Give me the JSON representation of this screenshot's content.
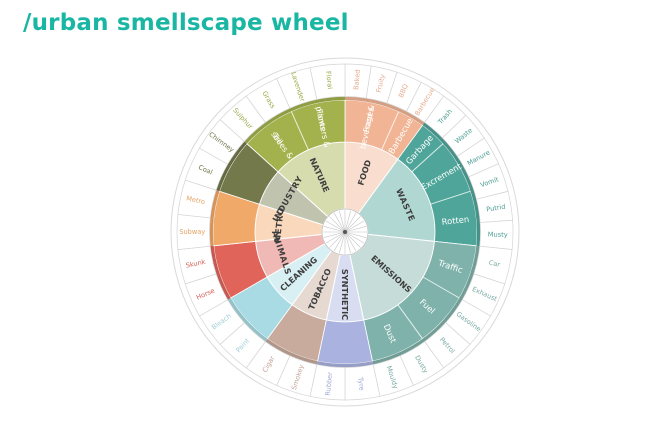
{
  "title": "/urban smellscape wheel",
  "colors": {
    "title": "#19b6a4",
    "nature": "#a3b24c",
    "food": "#f1b595",
    "waste": "#4fa59a",
    "emissions": "#7fb2ab",
    "synthetic": "#aab3e0",
    "tobacco": "#c8ab9c",
    "cleaning": "#a9dbe4",
    "animals": "#e0645a",
    "metro": "#f1a96a",
    "industry": "#74794c",
    "spoke": "#c4c4c4"
  },
  "categories": [
    {
      "key": "food",
      "label": "FOOD",
      "weight": 3,
      "subs": [
        {
          "label": "Food & beverages",
          "weight": 2
        },
        {
          "label": "Barbecue",
          "weight": 1
        }
      ],
      "outer": [
        "Baked",
        "Fruity",
        "BBQ",
        "Barbecue"
      ]
    },
    {
      "key": "waste",
      "label": "WASTE",
      "weight": 5,
      "subs": [
        {
          "label": "Garbage",
          "weight": 1
        },
        {
          "label": "Excrement",
          "weight": 2
        },
        {
          "label": "Rotten",
          "weight": 2
        }
      ],
      "outer": [
        "Trash",
        "Waste",
        "Manure",
        "Vomit",
        "Putrid",
        "Musty"
      ]
    },
    {
      "key": "emissions",
      "label": "EMISSIONS",
      "weight": 6,
      "subs": [
        {
          "label": "Traffic",
          "weight": 2
        },
        {
          "label": "Fuel",
          "weight": 2
        },
        {
          "label": "Dust",
          "weight": 2
        }
      ],
      "outer": [
        "Car",
        "Exhaust",
        "Gasoline",
        "Petrol",
        "Dusty",
        "Mouldy"
      ]
    },
    {
      "key": "synthetic",
      "label": "SYNTHETIC",
      "weight": 2,
      "subs": [],
      "outer": [
        "Tyre",
        "Rubber"
      ]
    },
    {
      "key": "tobacco",
      "label": "TOBACCO",
      "weight": 2,
      "subs": [],
      "outer": [
        "Smokey",
        "Cigar"
      ]
    },
    {
      "key": "cleaning",
      "label": "CLEANING",
      "weight": 2,
      "subs": [],
      "outer": [
        "Paint",
        "Bleach"
      ]
    },
    {
      "key": "animals",
      "label": "ANIMALS",
      "weight": 2,
      "subs": [],
      "outer": [
        "Horse",
        "Skunk"
      ]
    },
    {
      "key": "metro",
      "label": "METRO",
      "weight": 2,
      "subs": [],
      "outer": [
        "Subway",
        "Metro"
      ]
    },
    {
      "key": "industry",
      "label": "INDUSTRY",
      "weight": 2,
      "subs": [],
      "outer": [
        "Coal",
        "Chimney"
      ]
    },
    {
      "key": "nature",
      "label": "NATURE",
      "weight": 4,
      "subs": [
        {
          "label": "Trees & soil",
          "weight": 2
        },
        {
          "label": "Flowers & plants",
          "weight": 2
        }
      ],
      "outer": [
        "Sulphur",
        "Grass",
        "Lavender",
        "Floral"
      ]
    }
  ]
}
